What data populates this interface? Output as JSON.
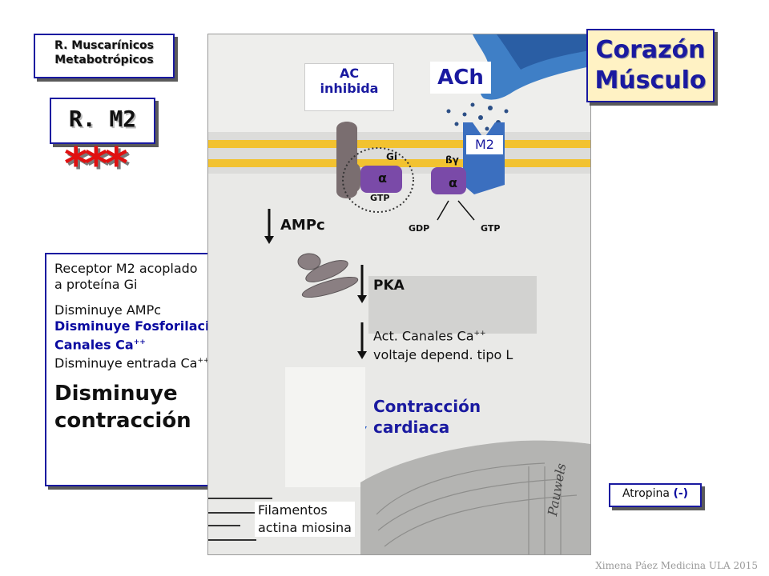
{
  "title_box": {
    "line1": "R. Muscarínicos",
    "line2": "Metabotrópicos"
  },
  "receptor_title": "R. M2",
  "stars": "***",
  "corner_box": {
    "line1": "Corazón",
    "line2": "Músculo"
  },
  "summary": {
    "l1": "Receptor M2 acoplado",
    "l2": "a proteína Gi",
    "l3": "Disminuye  AMPc",
    "l4": "Disminuye Fosforilación",
    "l5a": "Canales Ca",
    "l5b": "++",
    "l6a": "Disminuye entrada Ca",
    "l6b": "++",
    "l7": "Disminuye",
    "l8": "contracción"
  },
  "figure": {
    "ac_line1": "AC",
    "ac_line2": "inhibida",
    "ach": "ACh",
    "m2": "M2",
    "gi": "Gi",
    "beta_gamma": "ßγ",
    "alpha": "α",
    "alpha2": "α",
    "gtp_left": "GTP",
    "gdp": "GDP",
    "gtp_right": "GTP",
    "ampc": "AMPc",
    "pka": "PKA",
    "canales_l1a": "Act. Canales Ca",
    "canales_l1b": "++",
    "canales_l2": "voltaje depend. tipo L",
    "contraccion_l1": "Contracción",
    "contraccion_l2": "cardiaca",
    "filamentos_l1": "Filamentos",
    "filamentos_l2": "actina miosina",
    "signature": "Pauwels"
  },
  "atropina": {
    "label": "Atropina ",
    "sign": "(-)"
  },
  "credit": "Ximena Páez Medicina ULA 2015",
  "colors": {
    "blue_border": "#1a1aa0",
    "corner_fill": "#fff2c4",
    "stars": "#e01010",
    "membrane": "#f2c230"
  }
}
